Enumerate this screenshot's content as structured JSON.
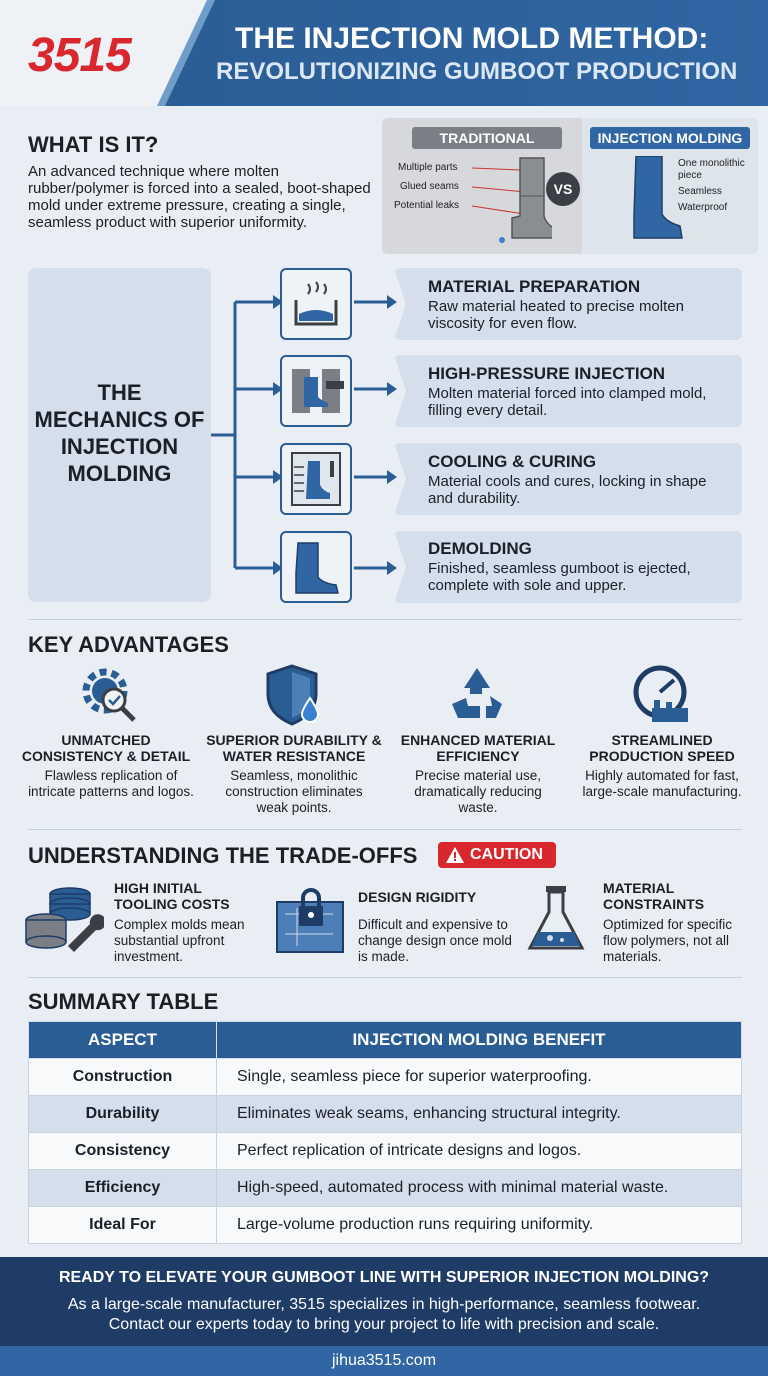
{
  "header": {
    "logo": "3515",
    "title_line1": "THE INJECTION MOLD METHOD:",
    "title_line2": "REVOLUTIONIZING GUMBOOT PRODUCTION"
  },
  "what": {
    "heading": "WHAT IS IT?",
    "body": "An advanced technique where molten rubber/polymer is forced into a sealed, boot-shaped mold under extreme pressure, creating a single, seamless product with superior uniformity."
  },
  "comparison": {
    "left_label": "TRADITIONAL",
    "left_items": [
      "Multiple parts",
      "Glued seams",
      "Potential leaks"
    ],
    "vs": "VS",
    "right_label": "INJECTION MOLDING",
    "right_items": [
      "One monolithic piece",
      "Seamless",
      "Waterproof"
    ]
  },
  "mechanics": {
    "title": "THE MECHANICS OF INJECTION MOLDING",
    "steps": [
      {
        "icon": "heating-vat-icon",
        "title": "MATERIAL PREPARATION",
        "desc": "Raw material heated to precise molten viscosity for even flow."
      },
      {
        "icon": "injection-mold-icon",
        "title": "HIGH-PRESSURE INJECTION",
        "desc": "Molten material forced into clamped mold, filling every detail."
      },
      {
        "icon": "cooling-boot-icon",
        "title": "COOLING & CURING",
        "desc": "Material cools and cures, locking in shape and durability."
      },
      {
        "icon": "boot-icon",
        "title": "DEMOLDING",
        "desc": "Finished, seamless gumboot is ejected, complete with sole and upper."
      }
    ]
  },
  "advantages": {
    "heading": "KEY ADVANTAGES",
    "items": [
      {
        "icon": "gear-magnifier-icon",
        "title": "UNMATCHED CONSISTENCY & DETAIL",
        "desc": "Flawless replication of intricate patterns and logos."
      },
      {
        "icon": "shield-drop-icon",
        "title": "SUPERIOR DURABILITY & WATER RESISTANCE",
        "desc": "Seamless, monolithic construction eliminates weak points."
      },
      {
        "icon": "recycle-icon",
        "title": "ENHANCED MATERIAL EFFICIENCY",
        "desc": "Precise material use, dramatically reducing waste."
      },
      {
        "icon": "speedometer-factory-icon",
        "title": "STREAMLINED PRODUCTION SPEED",
        "desc": "Highly automated for fast, large-scale manufacturing."
      }
    ]
  },
  "tradeoffs": {
    "heading": "UNDERSTANDING THE TRADE-OFFS",
    "caution": "CAUTION",
    "items": [
      {
        "icon": "coins-wrench-icon",
        "title": "HIGH INITIAL TOOLING COSTS",
        "desc": "Complex molds mean substantial upfront investment."
      },
      {
        "icon": "blueprint-lock-icon",
        "title": "DESIGN RIGIDITY",
        "desc": "Difficult and expensive to change design once mold is made."
      },
      {
        "icon": "flask-icon",
        "title": "MATERIAL CONSTRAINTS",
        "desc": "Optimized for specific flow polymers, not all materials."
      }
    ]
  },
  "summary": {
    "heading": "SUMMARY TABLE",
    "col1": "ASPECT",
    "col2": "INJECTION MOLDING BENEFIT",
    "rows": [
      {
        "aspect": "Construction",
        "benefit": "Single, seamless piece for superior waterproofing."
      },
      {
        "aspect": "Durability",
        "benefit": "Eliminates weak seams, enhancing structural integrity."
      },
      {
        "aspect": "Consistency",
        "benefit": "Perfect replication of intricate designs and logos."
      },
      {
        "aspect": "Efficiency",
        "benefit": "High-speed, automated process with minimal material waste."
      },
      {
        "aspect": "Ideal For",
        "benefit": "Large-volume production runs requiring uniformity."
      }
    ]
  },
  "footer": {
    "heading": "READY TO ELEVATE YOUR GUMBOOT LINE WITH SUPERIOR INJECTION MOLDING?",
    "line1": "As a large-scale manufacturer, 3515 specializes in high-performance, seamless footwear.",
    "line2": "Contact our experts today to bring your project to life with precision and scale.",
    "url": "jihua3515.com"
  },
  "colors": {
    "brand_red": "#d9272e",
    "brand_blue": "#2b5d95",
    "navy": "#1e3c66",
    "light_panel": "#d4dfeb"
  }
}
